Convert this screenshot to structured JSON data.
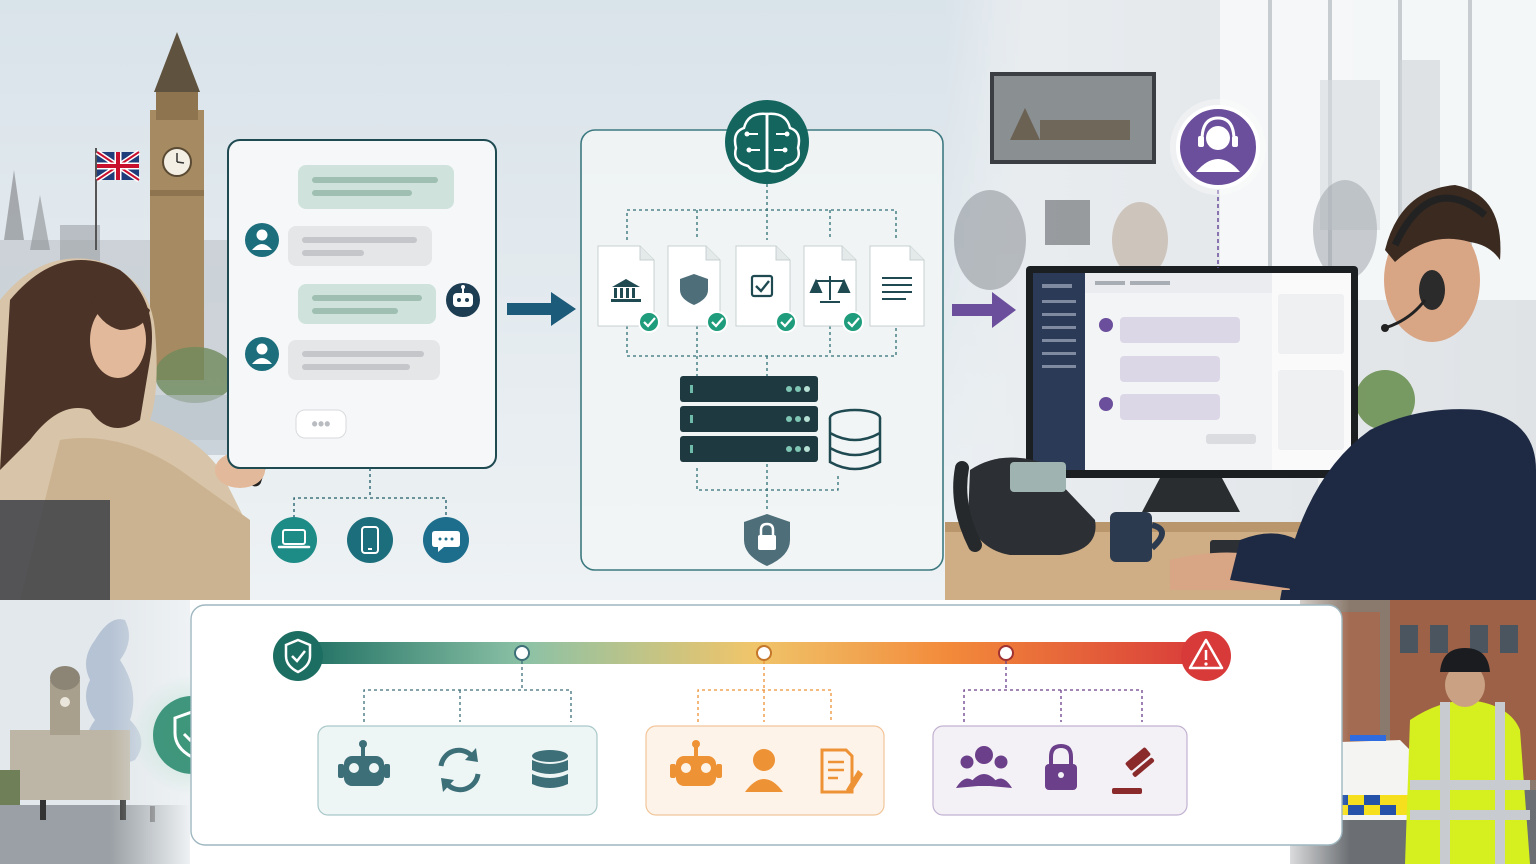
{
  "colors": {
    "teal": "#13655e",
    "teal_dark": "#1f4a52",
    "navy": "#1d3d52",
    "purple": "#6b4e9c",
    "orange": "#ee9236",
    "red": "#d83a3a",
    "green_check": "#1e9c7c",
    "bubble_bot": "#cfe3dc",
    "bubble_user": "#e5e6e8"
  },
  "chat_panel": {
    "messages": [
      {
        "sender": "bot",
        "lines": 2
      },
      {
        "sender": "user",
        "lines": 2,
        "avatar_icon": "user-avatar-icon"
      },
      {
        "sender": "bot",
        "lines": 2,
        "avatar_icon": "robot-avatar-icon"
      },
      {
        "sender": "user",
        "lines": 2,
        "avatar_icon": "user-avatar-icon"
      }
    ],
    "typing_indicator": "•••",
    "channels": [
      "laptop-icon",
      "smartphone-icon",
      "chat-bubble-icon"
    ]
  },
  "processing_panel": {
    "hub_icon": "brain-circuit-icon",
    "documents": [
      {
        "icon": "government-building-icon",
        "checked": true
      },
      {
        "icon": "shield-icon",
        "checked": true
      },
      {
        "icon": "checkbox-icon",
        "checked": true
      },
      {
        "icon": "scales-icon",
        "checked": true
      },
      {
        "icon": "text-lines-icon",
        "checked": false
      }
    ],
    "server_units": 3,
    "database_icon": "database-icon",
    "security_icon": "padlock-shield-icon"
  },
  "agent_panel": {
    "agent_icon": "headset-agent-icon"
  },
  "risk_scale": {
    "start_icon": "shield-check-icon",
    "end_icon": "warning-triangle-icon",
    "gradient": [
      "#1d6e62",
      "#8cc2a6",
      "#f0c56a",
      "#f2893a",
      "#d83a3a"
    ],
    "tiers": [
      {
        "name_icon_group": "green",
        "icons": [
          "robot-icon",
          "refresh-cycle-icon",
          "database-icon"
        ],
        "color": "#3d6f78"
      },
      {
        "name_icon_group": "orange",
        "icons": [
          "robot-icon",
          "person-icon",
          "document-edit-icon"
        ],
        "color": "#ee9236"
      },
      {
        "name_icon_group": "purple",
        "icons": [
          "people-group-icon",
          "padlock-icon",
          "gavel-icon"
        ],
        "color": "#6b3f8a"
      }
    ]
  },
  "left_badge": {
    "icon": "shield-check-icon"
  }
}
